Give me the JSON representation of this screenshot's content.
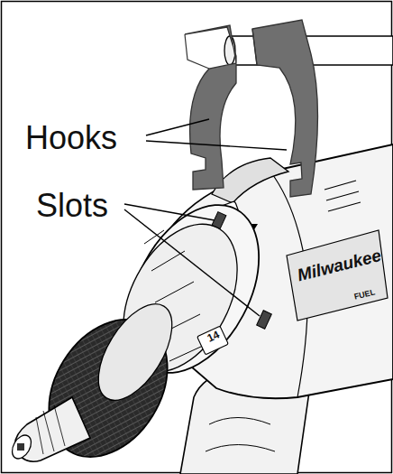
{
  "diagram": {
    "labels": [
      "Hooks",
      "Slots",
      "Milwaukee",
      "FUEL",
      "14"
    ]
  }
}
